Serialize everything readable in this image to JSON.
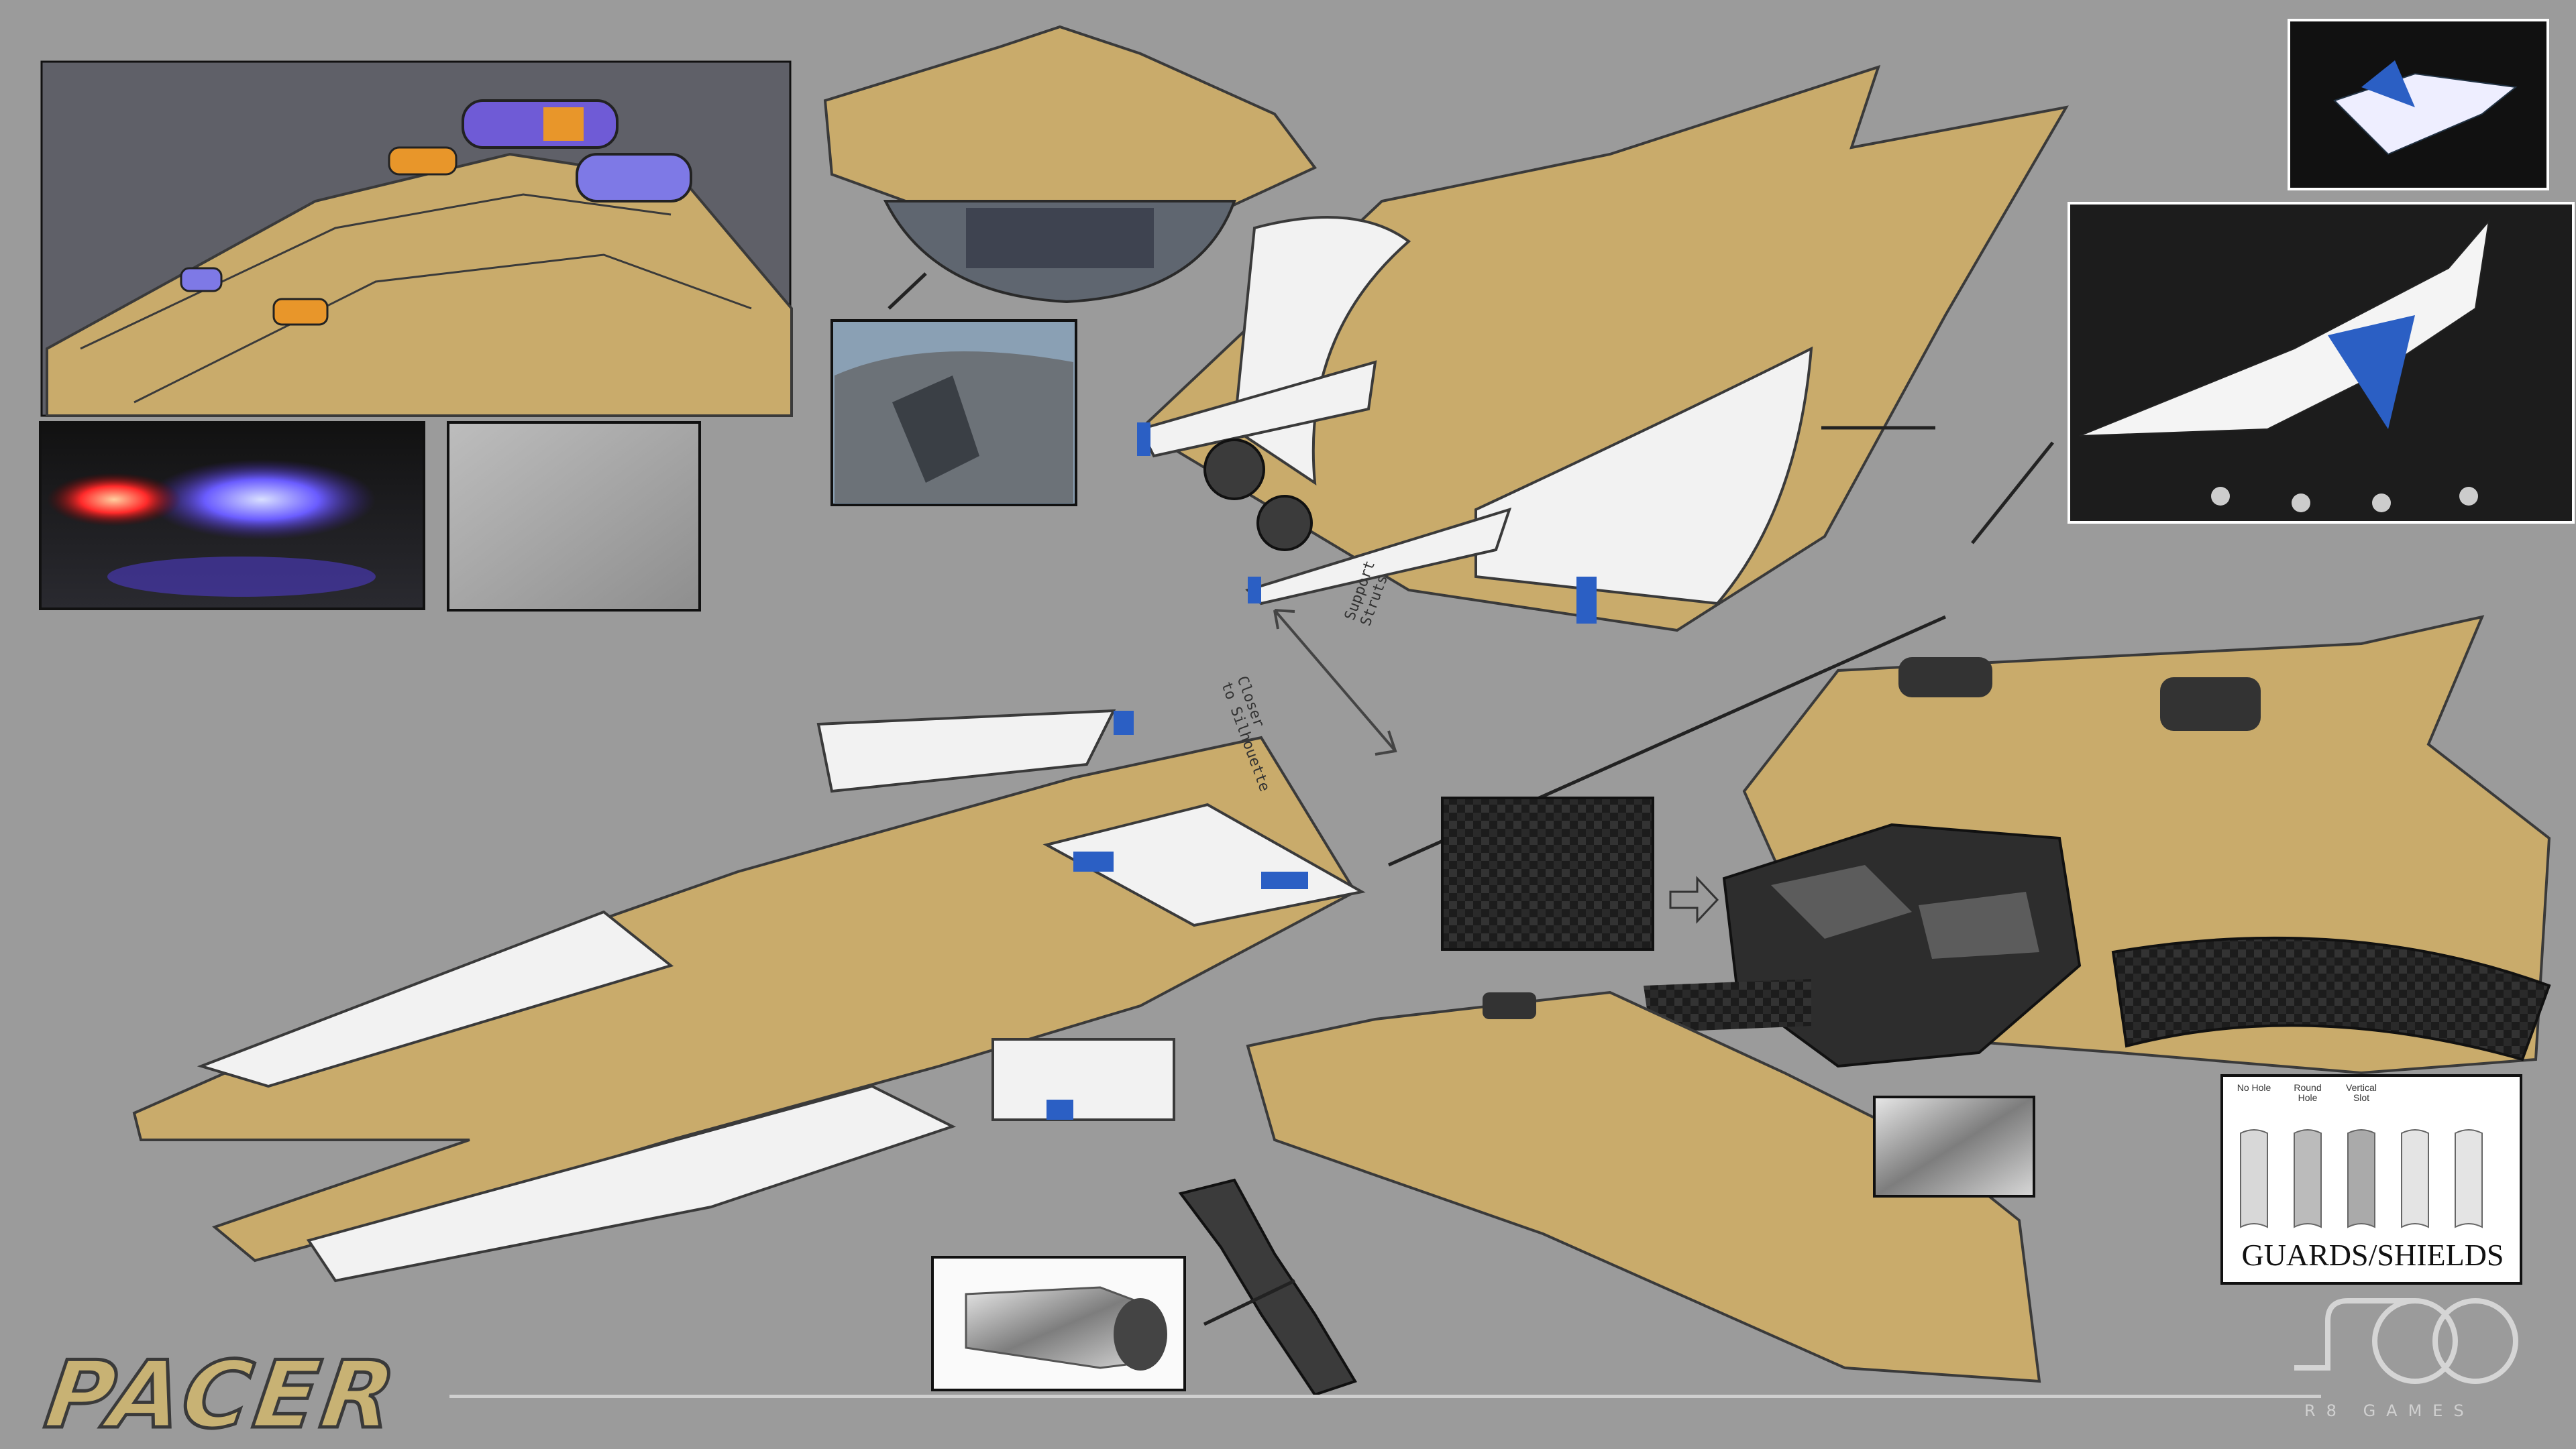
{
  "brand": {
    "game_logo": "PACER",
    "studio": "R8 GAMES"
  },
  "annotations": {
    "support_line1": "Support",
    "support_line2": "Struts",
    "silhouette_line1": "Closer",
    "silhouette_line2": "to Silhouette"
  },
  "guards_shields": {
    "title": "GUARDS/SHIELDS",
    "variants": [
      "No Hole",
      "Round Hole",
      "Vertical Slot",
      "",
      ""
    ]
  },
  "colors": {
    "background": "#9b9b9b",
    "hull": "#c9ab6b",
    "accent": "#2b5fc4",
    "white": "#f2f2f2",
    "dark": "#2a2a2a"
  }
}
